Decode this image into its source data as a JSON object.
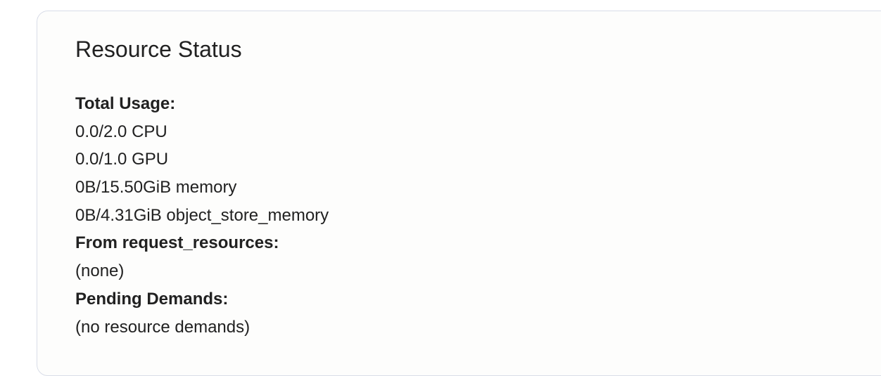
{
  "panel": {
    "title": "Resource Status",
    "total_usage": {
      "heading": "Total Usage:",
      "items": [
        "0.0/2.0 CPU",
        "0.0/1.0 GPU",
        "0B/15.50GiB memory",
        "0B/4.31GiB object_store_memory"
      ]
    },
    "request_resources": {
      "heading": "From request_resources:",
      "value": "(none)"
    },
    "pending_demands": {
      "heading": "Pending Demands:",
      "value": "(no resource demands)"
    }
  }
}
